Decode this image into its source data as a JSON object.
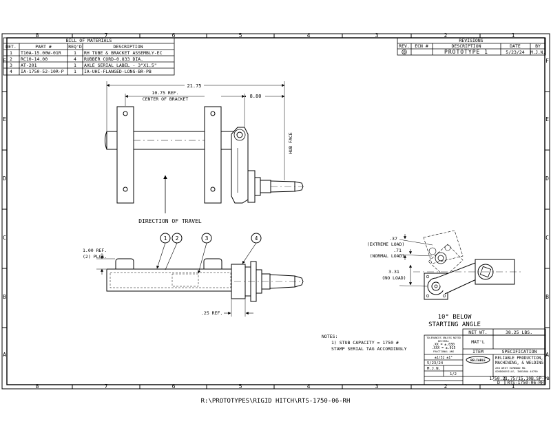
{
  "grid": {
    "columns_top": [
      "8",
      "7",
      "6",
      "5",
      "4",
      "3",
      "2",
      "1"
    ],
    "columns_bottom": [
      "8",
      "7",
      "6",
      "5",
      "4",
      "3",
      "2",
      "1"
    ],
    "rows_left": [
      "F",
      "E",
      "D",
      "C",
      "B",
      "A"
    ],
    "rows_right": [
      "F",
      "E",
      "D",
      "C",
      "B",
      "A"
    ]
  },
  "bom": {
    "title": "BILL OF MATERIALS",
    "headers": [
      "DET.",
      "PART #",
      "REQ'D",
      "DESCRIPTION"
    ],
    "rows": [
      {
        "det": "1",
        "part": "T10A-15.00W-01R",
        "qty": "1",
        "desc": "RH TUBE & BRACKET ASSEMBLY-EC"
      },
      {
        "det": "2",
        "part": "RC10-14.00",
        "qty": "4",
        "desc": "RUBBER CORD-0.833 DIA."
      },
      {
        "det": "3",
        "part": "AT-201",
        "qty": "1",
        "desc": "AXLE SERIAL LABEL - 3\"X1.5\""
      },
      {
        "det": "4",
        "part": "IA-1750-52-10R-P",
        "qty": "1",
        "desc": "IA-UHI-FLANGED-LONG-BR-PB"
      }
    ]
  },
  "revisions": {
    "title": "REVISIONS",
    "headers": [
      "REV.",
      "ECN #",
      "DESCRIPTION",
      "DATE",
      "BY"
    ],
    "rows": [
      {
        "rev": "0",
        "ecn": "",
        "desc": "PROTOTYPE 1",
        "date": "5/23/24",
        "by": "M.J.N."
      }
    ]
  },
  "dimensions": {
    "overall": "21.75",
    "bracket_ref": "10.75 REF.",
    "bracket_label": "CENTER OF BRACKET",
    "hub_offset": "8.80",
    "hub_face": "HUB FACE",
    "end_ref": "1.00 REF.",
    "end_ref_count": "(2) PLCS.",
    "small_ref": ".25 REF.",
    "extreme_val": ".37",
    "extreme_label": "(EXTREME LOAD)",
    "normal_val": ".71",
    "normal_label": "(NORMAL LOAD)",
    "noload_val": "3.31",
    "noload_label": "(NO LOAD)"
  },
  "labels": {
    "direction": "DIRECTION OF TRAVEL",
    "angle_line1": "10° BELOW",
    "angle_line2": "STARTING ANGLE"
  },
  "balloons": [
    "1",
    "2",
    "3",
    "4"
  ],
  "notes": {
    "title": "NOTES:",
    "line1": "1) STUB CAPACITY = 1750 #",
    "line2": "STAMP SERIAL TAG ACCORDINGLY"
  },
  "title_block": {
    "net_wt_label": "NET WT.",
    "net_wt_value": "38.25 LBS.",
    "matl_label": "MAT'L",
    "item_label": "ITEM",
    "spec_label": "SPECIFICATION",
    "tolerance_title": "TOLERANCES UNLESS NOTED",
    "tol_decimal": "DECIMAL",
    "tol_xx": ".XX = ±.030",
    "tol_xxx": ".XXX = ±.015",
    "tol_fractional": "FRACTIONAL   ANG",
    "tol_frac_vals": "±1/32   ±1°",
    "date": "5/23/24",
    "drawn_by": "M.J.N.",
    "scale": "1/2",
    "company_line1": "RELIABLE PRODUCTION,",
    "company_line2": "MACHINING, & WELDING",
    "company_addr1": "260 WEST ELMWOOD RD.",
    "company_addr2": "GORDONSVILLE, INDIANA 46790",
    "logo_text": "RELIABLE",
    "part_number": "1750.21.75/15.10B.SP-PB",
    "size": "D",
    "drawing_number": "RTS-1750-06-RH"
  },
  "footer_path": "R:\\PROTOTYPES\\RIGID HITCH\\RTS-1750-06-RH"
}
